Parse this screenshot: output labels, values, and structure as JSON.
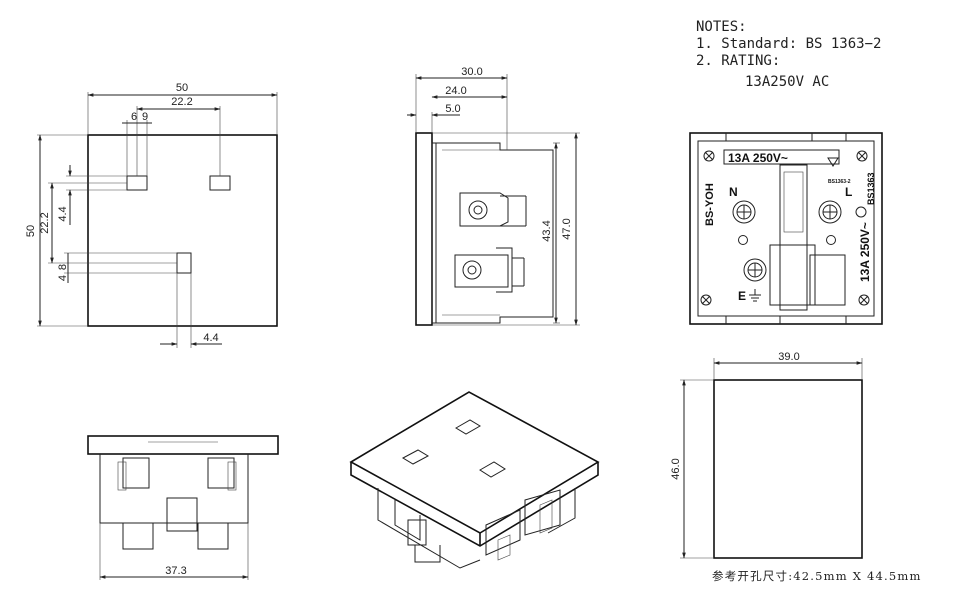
{
  "notes": {
    "heading": "NOTES:",
    "line1": "1.  Standard:  BS  1363−2",
    "line2": "2.  RATING:",
    "line3": "13A250V  AC"
  },
  "front_view": {
    "dim_width": "50",
    "dim_pin_span": "22.2",
    "dim_slot_a": "6",
    "dim_slot_b": "9",
    "dim_height": "50",
    "dim_pin_vert": "22.2",
    "dim_4_4_left": "4.4",
    "dim_8": "8",
    "dim_4_4_lower": "4",
    "dim_4_4_bottom": "4.4"
  },
  "side_view": {
    "dim_30": "30.0",
    "dim_24": "24.0",
    "dim_5": "5.0",
    "dim_43_4": "43.4",
    "dim_47": "47.0"
  },
  "rear_view": {
    "rating_text": "13A  250V~",
    "brand_text": "BS-YOH",
    "neutral_label": "N",
    "live_label": "L",
    "earth_label": "E",
    "bs_small": "BS1363-2",
    "bs_mark": "BS1363",
    "rating_side": "13A  250V~"
  },
  "bottom_view": {
    "dim_37_3": "37.3"
  },
  "cutout_view": {
    "dim_39": "39.0",
    "dim_46": "46.0"
  },
  "footer": {
    "cutout_note": "参考开孔尺寸:42.5mm  X  44.5mm"
  }
}
